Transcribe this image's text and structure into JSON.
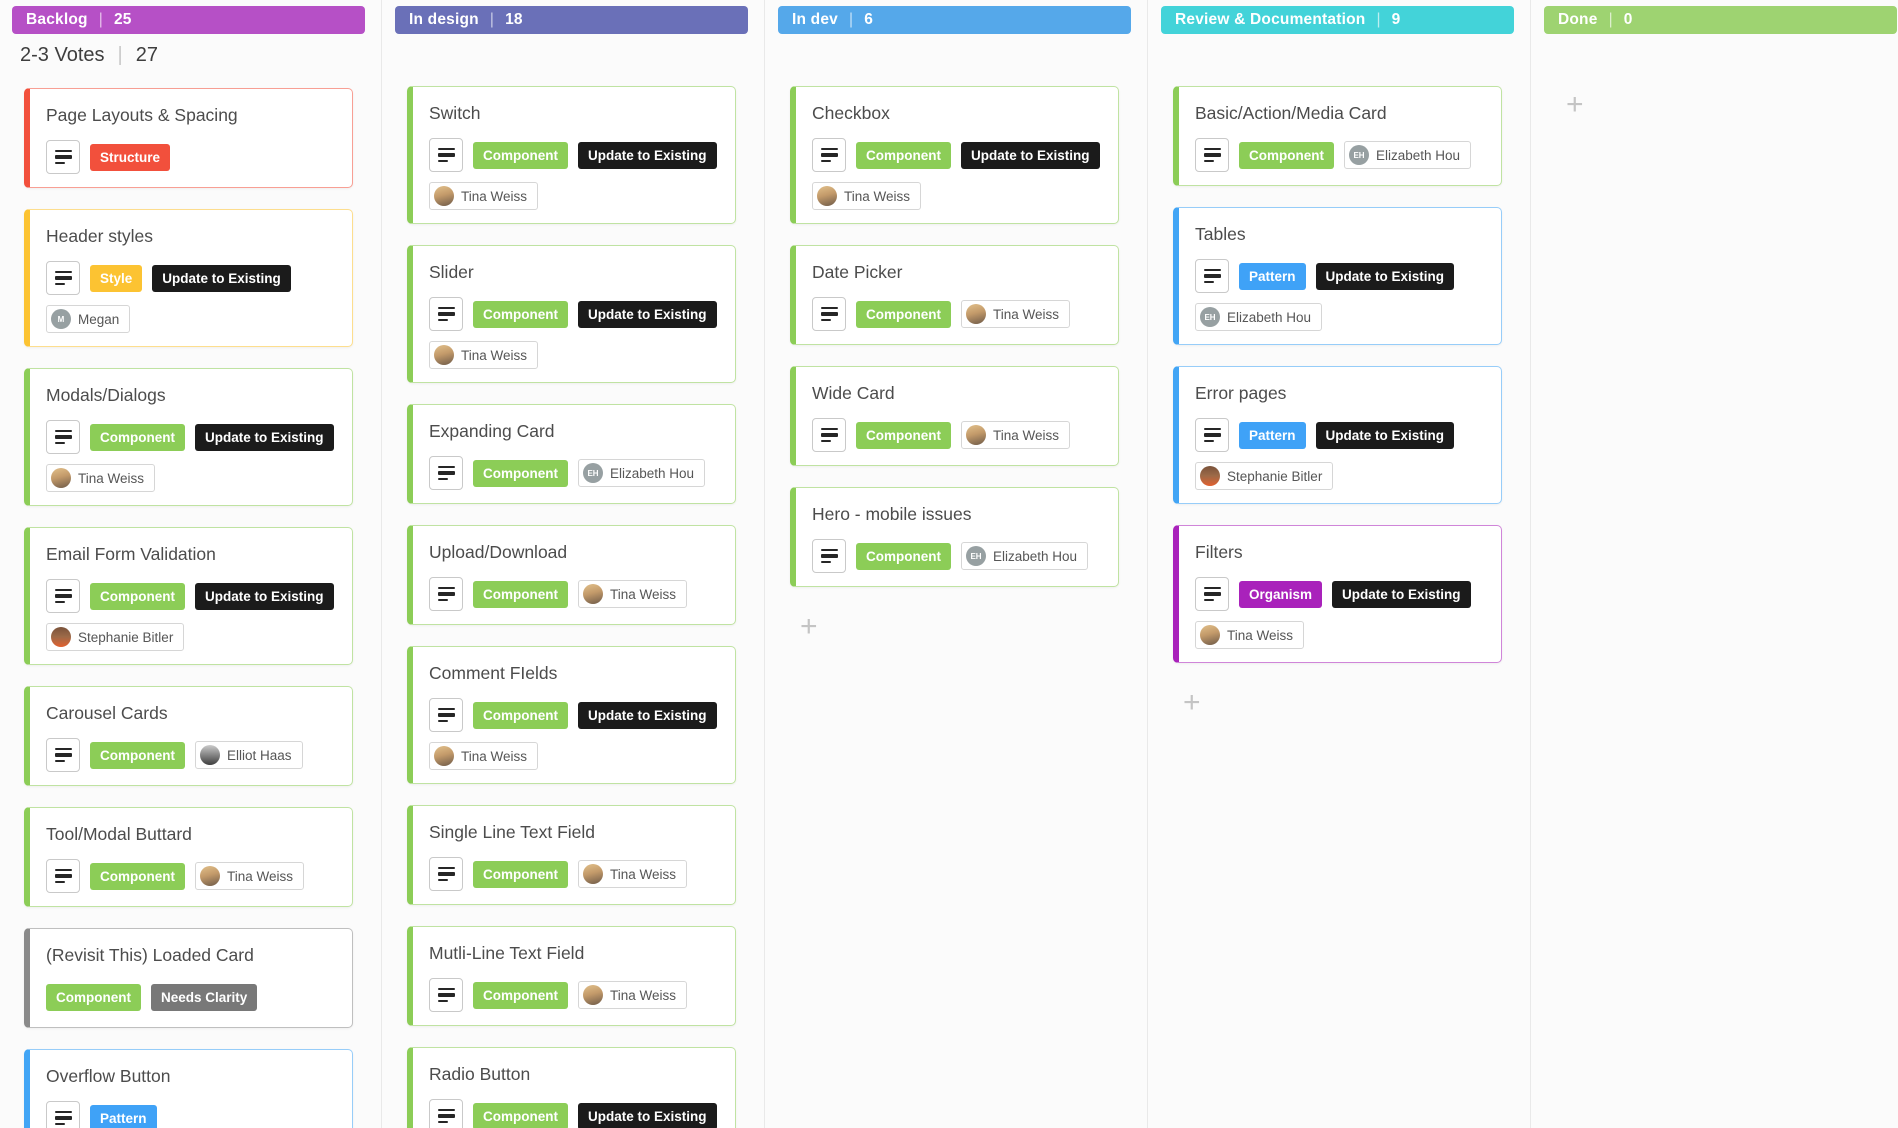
{
  "board": {
    "columns": [
      {
        "title": "Backlog",
        "count": "25",
        "color": "#b650c6",
        "sublane": {
          "label": "2-3 Votes",
          "separator": "|",
          "count": "27"
        },
        "separator": "|",
        "add_button": false,
        "cards": [
          {
            "title": "Page Layouts & Spacing",
            "accent": "#f2503c",
            "has_menu": true,
            "tags": [
              {
                "label": "Structure",
                "type": "structure"
              }
            ],
            "assignees": []
          },
          {
            "title": "Header styles",
            "accent": "#fcc332",
            "has_menu": true,
            "tags": [
              {
                "label": "Style",
                "type": "style"
              },
              {
                "label": "Update to Existing",
                "type": "update"
              }
            ],
            "assignees": [
              {
                "name": "Megan",
                "avatar": "initials",
                "initials": "M"
              }
            ]
          },
          {
            "title": "Modals/Dialogs",
            "accent": "#8ccd57",
            "has_menu": true,
            "tags": [
              {
                "label": "Component",
                "type": "component"
              },
              {
                "label": "Update to Existing",
                "type": "update"
              }
            ],
            "assignees": [
              {
                "name": "Tina Weiss",
                "avatar": "photo-tina"
              }
            ]
          },
          {
            "title": "Email Form Validation",
            "accent": "#8ccd57",
            "has_menu": true,
            "tags": [
              {
                "label": "Component",
                "type": "component"
              },
              {
                "label": "Update to Existing",
                "type": "update"
              }
            ],
            "assignees": [
              {
                "name": "Stephanie Bitler",
                "avatar": "photo-stephanie"
              }
            ]
          },
          {
            "title": "Carousel Cards",
            "accent": "#8ccd57",
            "has_menu": true,
            "tags": [
              {
                "label": "Component",
                "type": "component"
              }
            ],
            "assignees": [
              {
                "name": "Elliot Haas",
                "avatar": "photo-elliot"
              }
            ]
          },
          {
            "title": "Tool/Modal Buttard",
            "accent": "#8ccd57",
            "has_menu": true,
            "tags": [
              {
                "label": "Component",
                "type": "component"
              }
            ],
            "assignees": [
              {
                "name": "Tina Weiss",
                "avatar": "photo-tina"
              }
            ]
          },
          {
            "title": "(Revisit This) Loaded Card",
            "accent": "#8a8a8a",
            "has_menu": false,
            "tags": [
              {
                "label": "Component",
                "type": "component"
              },
              {
                "label": "Needs Clarity",
                "type": "needs-clarity"
              }
            ],
            "assignees": []
          },
          {
            "title": "Overflow Button",
            "accent": "#42a5f5",
            "has_menu": true,
            "tags": [
              {
                "label": "Pattern",
                "type": "pattern"
              }
            ],
            "assignees": []
          }
        ]
      },
      {
        "title": "In design",
        "count": "18",
        "color": "#6a70b8",
        "separator": "|",
        "add_button": false,
        "cards": [
          {
            "title": "Switch",
            "accent": "#8ccd57",
            "has_menu": true,
            "tags": [
              {
                "label": "Component",
                "type": "component"
              },
              {
                "label": "Update to Existing",
                "type": "update"
              }
            ],
            "assignees": [
              {
                "name": "Tina Weiss",
                "avatar": "photo-tina"
              }
            ]
          },
          {
            "title": "Slider",
            "accent": "#8ccd57",
            "has_menu": true,
            "tags": [
              {
                "label": "Component",
                "type": "component"
              },
              {
                "label": "Update to Existing",
                "type": "update"
              }
            ],
            "assignees": [
              {
                "name": "Tina Weiss",
                "avatar": "photo-tina"
              }
            ]
          },
          {
            "title": "Expanding Card",
            "accent": "#8ccd57",
            "has_menu": true,
            "tags": [
              {
                "label": "Component",
                "type": "component"
              }
            ],
            "assignees": [
              {
                "name": "Elizabeth Hou",
                "avatar": "initials",
                "initials": "EH"
              }
            ]
          },
          {
            "title": "Upload/Download",
            "accent": "#8ccd57",
            "has_menu": true,
            "tags": [
              {
                "label": "Component",
                "type": "component"
              }
            ],
            "assignees": [
              {
                "name": "Tina Weiss",
                "avatar": "photo-tina"
              }
            ]
          },
          {
            "title": "Comment FIelds",
            "accent": "#8ccd57",
            "has_menu": true,
            "tags": [
              {
                "label": "Component",
                "type": "component"
              },
              {
                "label": "Update to Existing",
                "type": "update"
              }
            ],
            "assignees": [
              {
                "name": "Tina Weiss",
                "avatar": "photo-tina"
              }
            ]
          },
          {
            "title": "Single Line Text Field",
            "accent": "#8ccd57",
            "has_menu": true,
            "tags": [
              {
                "label": "Component",
                "type": "component"
              }
            ],
            "assignees": [
              {
                "name": "Tina Weiss",
                "avatar": "photo-tina"
              }
            ]
          },
          {
            "title": "Mutli-Line Text Field",
            "accent": "#8ccd57",
            "has_menu": true,
            "tags": [
              {
                "label": "Component",
                "type": "component"
              }
            ],
            "assignees": [
              {
                "name": "Tina Weiss",
                "avatar": "photo-tina"
              }
            ]
          },
          {
            "title": "Radio Button",
            "accent": "#8ccd57",
            "has_menu": true,
            "tags": [
              {
                "label": "Component",
                "type": "component"
              },
              {
                "label": "Update to Existing",
                "type": "update"
              }
            ],
            "assignees": []
          }
        ]
      },
      {
        "title": "In dev",
        "count": "6",
        "color": "#55a8ea",
        "separator": "|",
        "add_button": true,
        "cards": [
          {
            "title": "Checkbox",
            "accent": "#8ccd57",
            "has_menu": true,
            "tags": [
              {
                "label": "Component",
                "type": "component"
              },
              {
                "label": "Update to Existing",
                "type": "update"
              }
            ],
            "assignees": [
              {
                "name": "Tina Weiss",
                "avatar": "photo-tina"
              }
            ]
          },
          {
            "title": "Date Picker",
            "accent": "#8ccd57",
            "has_menu": true,
            "tags": [
              {
                "label": "Component",
                "type": "component"
              }
            ],
            "assignees": [
              {
                "name": "Tina Weiss",
                "avatar": "photo-tina"
              }
            ]
          },
          {
            "title": "Wide Card",
            "accent": "#8ccd57",
            "has_menu": true,
            "tags": [
              {
                "label": "Component",
                "type": "component"
              }
            ],
            "assignees": [
              {
                "name": "Tina Weiss",
                "avatar": "photo-tina"
              }
            ]
          },
          {
            "title": "Hero - mobile issues",
            "accent": "#8ccd57",
            "has_menu": true,
            "tags": [
              {
                "label": "Component",
                "type": "component"
              }
            ],
            "assignees": [
              {
                "name": "Elizabeth Hou",
                "avatar": "initials",
                "initials": "EH"
              }
            ]
          }
        ]
      },
      {
        "title": "Review & Documentation",
        "count": "9",
        "color": "#43d3d9",
        "separator": "|",
        "add_button": true,
        "cards": [
          {
            "title": "Basic/Action/Media Card",
            "accent": "#8ccd57",
            "has_menu": true,
            "tags": [
              {
                "label": "Component",
                "type": "component"
              }
            ],
            "assignees": [
              {
                "name": "Elizabeth Hou",
                "avatar": "initials",
                "initials": "EH"
              }
            ]
          },
          {
            "title": "Tables",
            "accent": "#42a5f5",
            "has_menu": true,
            "tags": [
              {
                "label": "Pattern",
                "type": "pattern"
              },
              {
                "label": "Update to Existing",
                "type": "update"
              }
            ],
            "assignees": [
              {
                "name": "Elizabeth Hou",
                "avatar": "initials",
                "initials": "EH"
              }
            ]
          },
          {
            "title": "Error pages",
            "accent": "#42a5f5",
            "has_menu": true,
            "tags": [
              {
                "label": "Pattern",
                "type": "pattern"
              },
              {
                "label": "Update to Existing",
                "type": "update"
              }
            ],
            "assignees": [
              {
                "name": "Stephanie Bitler",
                "avatar": "photo-stephanie"
              }
            ]
          },
          {
            "title": "Filters",
            "accent": "#a922bb",
            "has_menu": true,
            "tags": [
              {
                "label": "Organism",
                "type": "organism"
              },
              {
                "label": "Update to Existing",
                "type": "update"
              }
            ],
            "assignees": [
              {
                "name": "Tina Weiss",
                "avatar": "photo-tina"
              }
            ]
          }
        ]
      },
      {
        "title": "Done",
        "count": "0",
        "color": "#9ed371",
        "separator": "|",
        "add_button": true,
        "cards": []
      }
    ]
  },
  "palette": {
    "tags": {
      "component": "#8ccd57",
      "update": "#1b1b1b",
      "structure": "#f2503c",
      "style": "#fcc332",
      "pattern": "#3fa2f7",
      "organism": "#a922bb",
      "needs-clarity": "#787878"
    }
  },
  "icons": {
    "add_label": "+"
  }
}
